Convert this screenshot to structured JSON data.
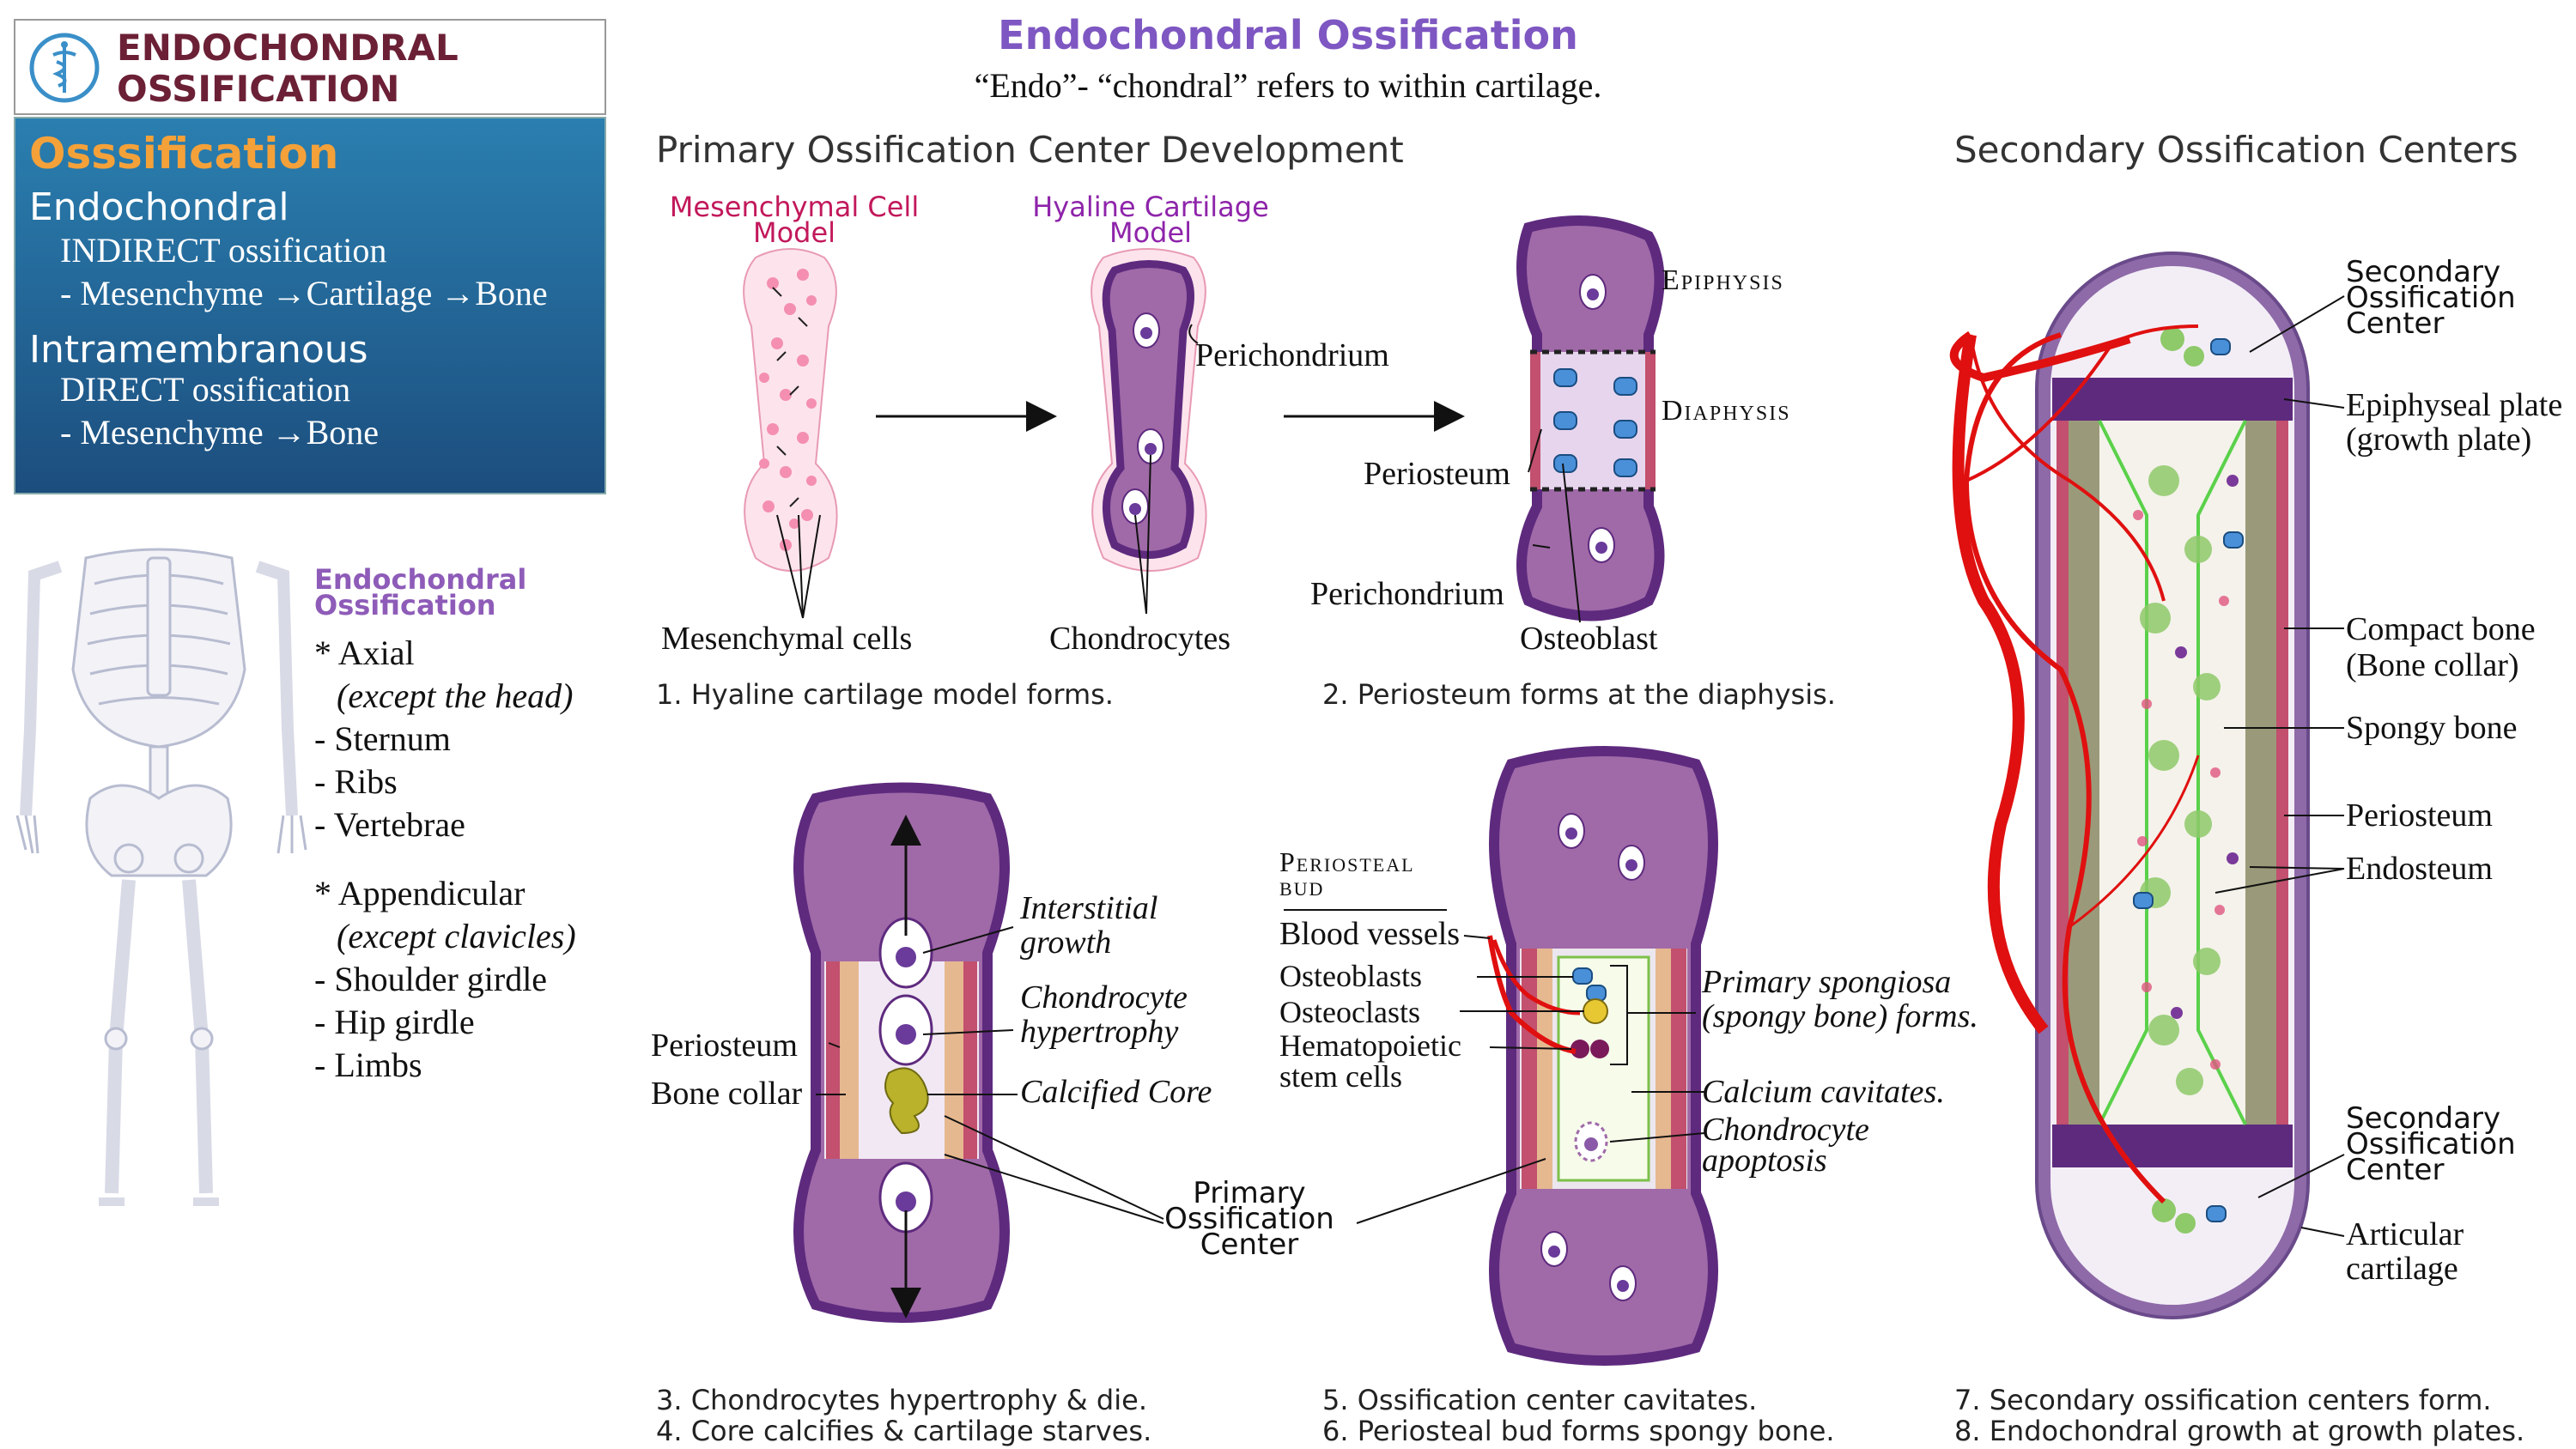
{
  "title": "Endochondral Ossification",
  "subtitle": "“Endo”- “chondral” refers to within cartilage.",
  "header": {
    "line1": "ENDOCHONDRAL",
    "line2": "OSSIFICATION"
  },
  "summary": {
    "heading": "Osssification",
    "endo_title": "Endochondral",
    "endo_type": "INDIRECT ossification",
    "endo_path": [
      "Mesenchyme",
      "Cartilage",
      "Bone"
    ],
    "intra_title": "Intramembranous",
    "intra_type": "DIRECT ossification",
    "intra_path": [
      "Mesenchyme",
      "Bone"
    ]
  },
  "skeleton_list": {
    "heading_line1": "Endochondral",
    "heading_line2": "Ossification",
    "axial": "Axial",
    "axial_note": "(except the head)",
    "axial_items": [
      "Sternum",
      "Ribs",
      "Vertebrae"
    ],
    "appendicular": "Appendicular",
    "appendicular_note": "(except clavicles)",
    "appendicular_items": [
      "Shoulder girdle",
      "Hip girdle",
      "Limbs"
    ]
  },
  "sections": {
    "primary": "Primary Ossification Center Development",
    "secondary": "Secondary Ossification Centers"
  },
  "stage1": {
    "mesenchymal_model": [
      "Mesenchymal Cell",
      "Model"
    ],
    "hyaline_model": [
      "Hyaline Cartilage",
      "Model"
    ],
    "perichondrium": "Perichondrium",
    "mesenchymal_cells": "Mesenchymal cells",
    "chondrocytes": "Chondrocytes",
    "caption": "1. Hyaline cartilage model forms."
  },
  "stage2": {
    "epiphysis": "Epiphysis",
    "diaphysis": "Diaphysis",
    "periosteum": "Periosteum",
    "perichondrium": "Perichondrium",
    "osteoblast": "Osteoblast",
    "caption": "2. Periosteum forms at the diaphysis."
  },
  "stage3": {
    "interstitial": [
      "Interstitial",
      "growth"
    ],
    "hypertrophy": [
      "Chondrocyte",
      "hypertrophy"
    ],
    "calcified": "Calcified Core",
    "periosteum": "Periosteum",
    "bone_collar": "Bone collar",
    "primary_center": [
      "Primary",
      "Ossification",
      "Center"
    ],
    "caption1": "3. Chondrocytes hypertrophy & die.",
    "caption2": "4. Core calcifies & cartilage starves."
  },
  "stage5": {
    "periosteal_bud": [
      "Periosteal",
      "bud"
    ],
    "blood_vessels": "Blood vessels",
    "osteoblasts": "Osteoblasts",
    "osteoclasts": "Osteoclasts",
    "hematopoietic": [
      "Hematopoietic",
      "stem cells"
    ],
    "primary_spongiosa": [
      "Primary spongiosa",
      "(spongy bone) forms."
    ],
    "calcium": "Calcium cavitates.",
    "apoptosis": [
      "Chondrocyte",
      "apoptosis"
    ],
    "caption1": "5. Ossification center cavitates.",
    "caption2": "6. Periosteal bud forms spongy bone."
  },
  "stage7": {
    "secondary_top": [
      "Secondary",
      "Ossification",
      "Center"
    ],
    "epiphyseal_plate": [
      "Epiphyseal plate",
      "(growth plate)"
    ],
    "compact_bone": [
      "Compact bone",
      "(Bone collar)"
    ],
    "spongy_bone": "Spongy bone",
    "periosteum": "Periosteum",
    "endosteum": "Endosteum",
    "secondary_bottom": [
      "Secondary",
      "Ossification",
      "Center"
    ],
    "articular": [
      "Articular",
      "cartilage"
    ],
    "caption1": "7. Secondary ossification centers form.",
    "caption2": "8. Endochondral growth at growth plates."
  },
  "colors": {
    "title_purple": "#7e57c2",
    "header_text": "#6b2036",
    "summary_heading": "#f5a13a",
    "cartilage": "#a06aa8",
    "perichondrium": "#5e2a7e",
    "periosteum": "#c2506e",
    "blood": "#e01010"
  },
  "icons": [
    "caduceus-icon",
    "arrow-right-icon"
  ]
}
